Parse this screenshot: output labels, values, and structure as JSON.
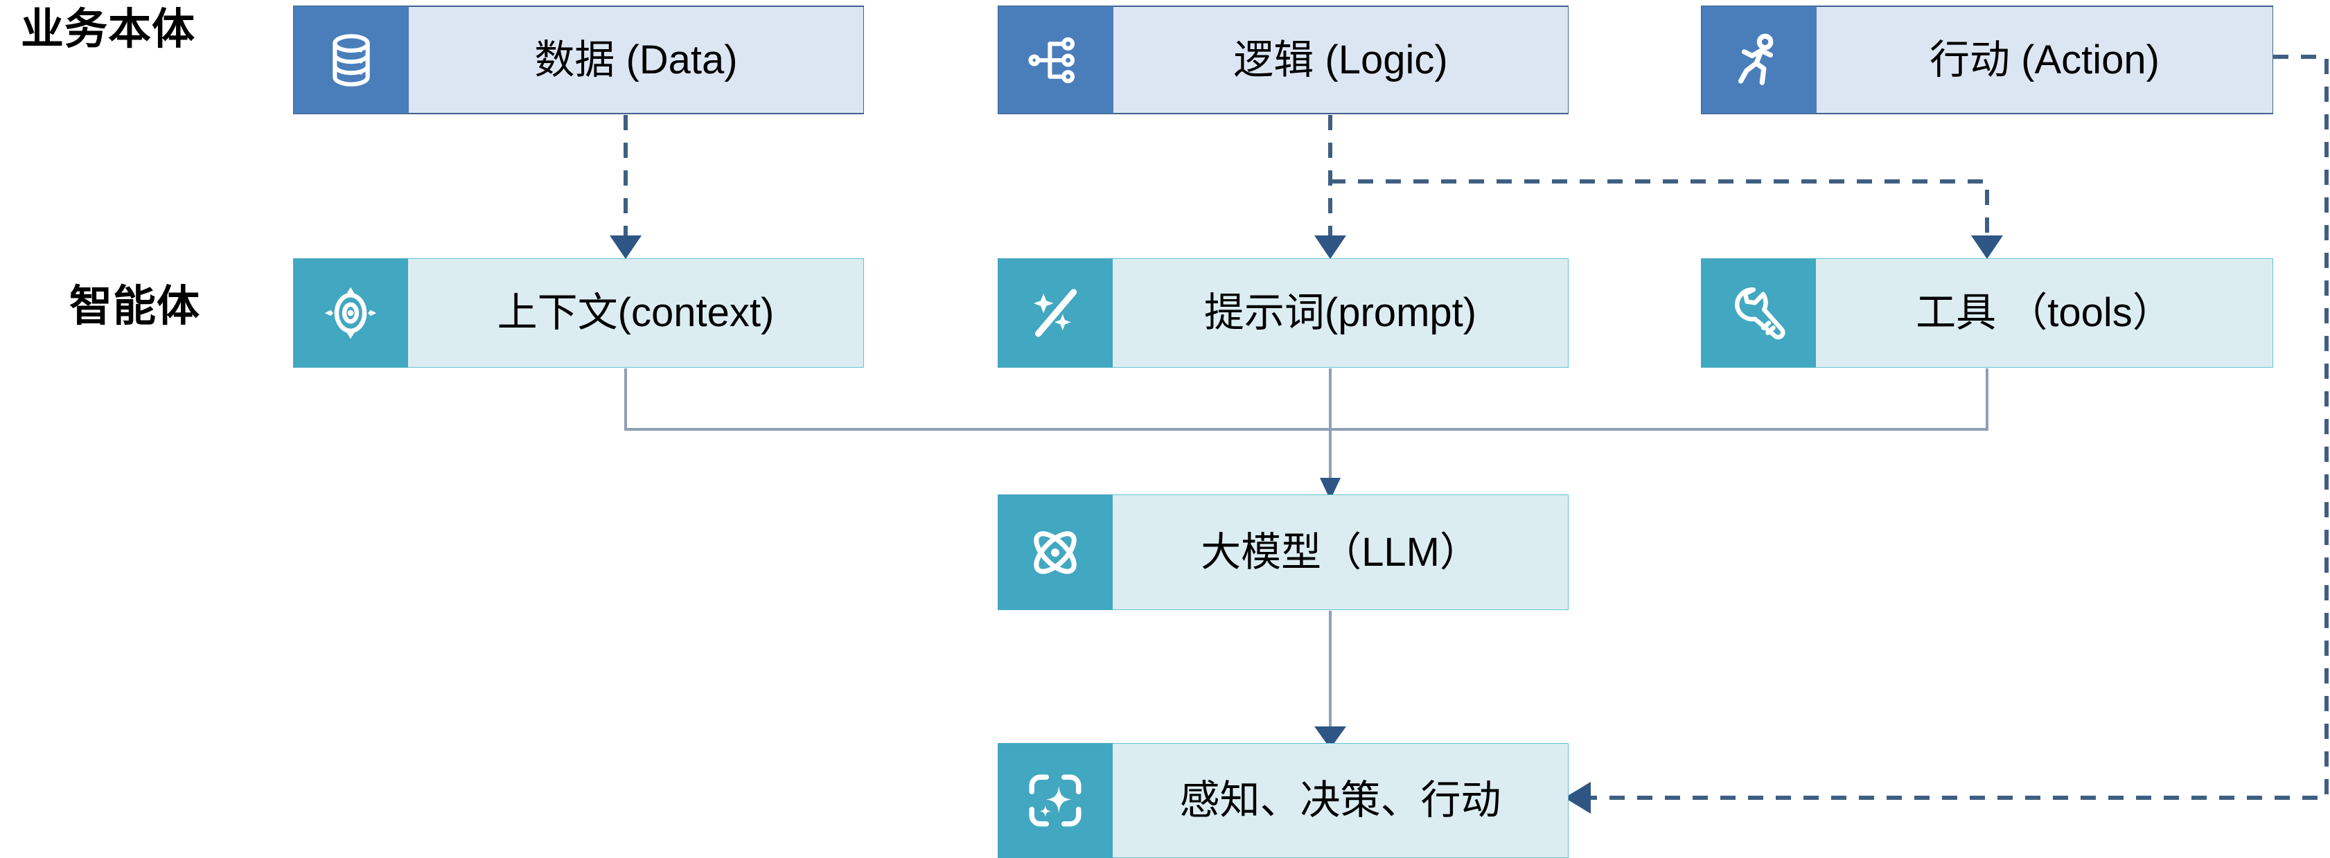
{
  "diagram": {
    "title_rows": [
      {
        "id": "business",
        "label": "业务本体"
      },
      {
        "id": "agent",
        "label": "智能体"
      }
    ],
    "rows": {
      "business": {
        "label": "业务本体",
        "nodes": [
          {
            "id": "data",
            "label": "数据 (Data)",
            "icon": "database-icon"
          },
          {
            "id": "logic",
            "label": "逻辑 (Logic)",
            "icon": "hierarchy-icon"
          },
          {
            "id": "action",
            "label": "行动 (Action)",
            "icon": "running-person-icon"
          }
        ]
      },
      "agent": {
        "label": "智能体",
        "nodes": [
          {
            "id": "context",
            "label": "上下文(context)",
            "icon": "target-icon"
          },
          {
            "id": "prompt",
            "label": "提示词(prompt)",
            "icon": "magic-wand-icon"
          },
          {
            "id": "tools",
            "label": "工具 （tools）",
            "icon": "wrench-icon"
          }
        ]
      }
    },
    "llm": {
      "id": "llm",
      "label": "大模型（LLM）",
      "icon": "atom-icon"
    },
    "outcome": {
      "id": "outcome",
      "label": "感知、决策、行动",
      "icon": "ai-sparkle-frame-icon"
    },
    "connectors": [
      {
        "id": "data-to-context",
        "from": "data",
        "to": "context",
        "style": "dashed"
      },
      {
        "id": "logic-to-prompt",
        "from": "logic",
        "to": "prompt",
        "style": "dashed"
      },
      {
        "id": "logic-to-tools",
        "from": "logic",
        "to": "tools",
        "style": "dashed"
      },
      {
        "id": "context-to-llm",
        "from": "context",
        "to": "llm",
        "style": "solid"
      },
      {
        "id": "prompt-to-llm",
        "from": "prompt",
        "to": "llm",
        "style": "solid"
      },
      {
        "id": "tools-to-llm",
        "from": "tools",
        "to": "llm",
        "style": "solid"
      },
      {
        "id": "llm-to-outcome",
        "from": "llm",
        "to": "outcome",
        "style": "solid"
      },
      {
        "id": "action-to-outcome",
        "from": "action",
        "to": "outcome",
        "style": "dashed"
      }
    ],
    "colors": {
      "business_icon": "#4a7ebb",
      "business_body": "#dce6f3",
      "business_border": "#41618c",
      "agent_icon": "#42a7c0",
      "agent_body": "#dcedf2",
      "agent_border": "#62c3d4",
      "connector_dashed": "#3e5f82",
      "connector_solid": "#8f9fb5",
      "arrowhead": "#2e5584",
      "text": "#000000",
      "background": "#ffffff"
    }
  }
}
